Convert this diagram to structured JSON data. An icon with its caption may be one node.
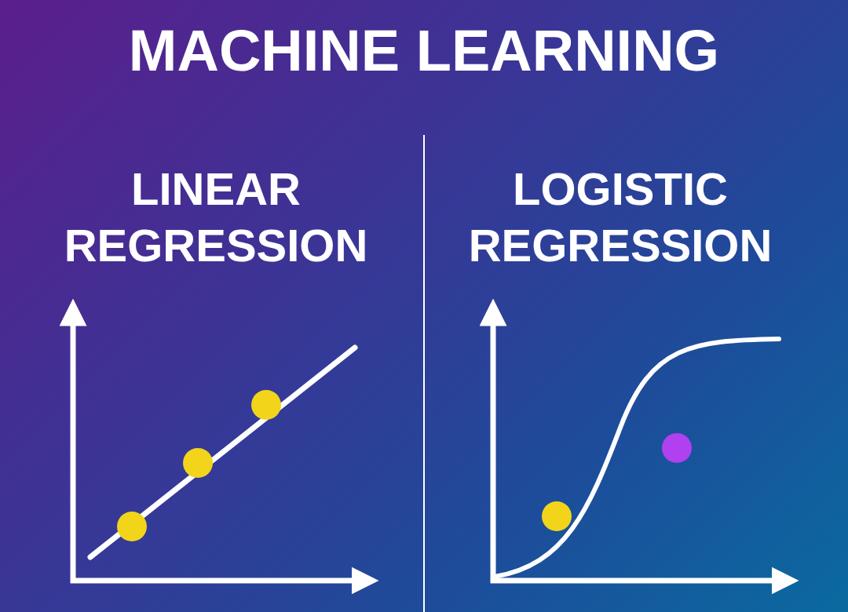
{
  "diagram": {
    "title": "MACHINE LEARNING",
    "labels": [
      "LINEAR REGRESSION",
      "LOGISTIC REGRESSION"
    ]
  }
}
